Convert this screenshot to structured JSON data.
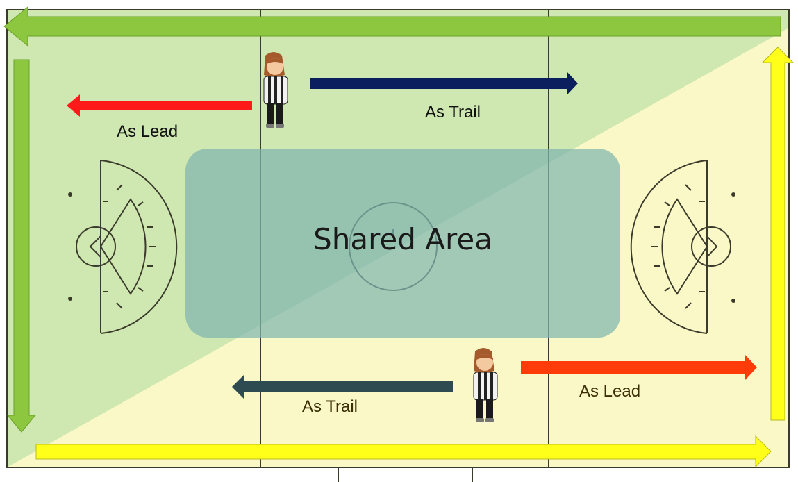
{
  "labels": {
    "top_trail": "As Trail",
    "top_lead": "As Lead",
    "bottom_lead": "As Lead",
    "bottom_trail": "As Trail",
    "shared_area": "Shared Area"
  },
  "colors": {
    "field_background": "#fdfbd8",
    "upper_zone": "#cfe7b0",
    "lower_zone": "#fbf8c7",
    "shared_area_fill": "#7fb5b0",
    "green_arrow": "#8dc63f",
    "yellow_arrow": "#ffff1a",
    "red_arrow": "#ff1a1a",
    "orange_arrow": "#ff3b0a",
    "navy_arrow": "#0b1f5e",
    "slate_arrow": "#2f4b52",
    "field_lines": "#3b3b2b"
  },
  "referees": [
    {
      "name": "top-referee",
      "icon": "referee-icon"
    },
    {
      "name": "bottom-referee",
      "icon": "referee-icon"
    }
  ]
}
